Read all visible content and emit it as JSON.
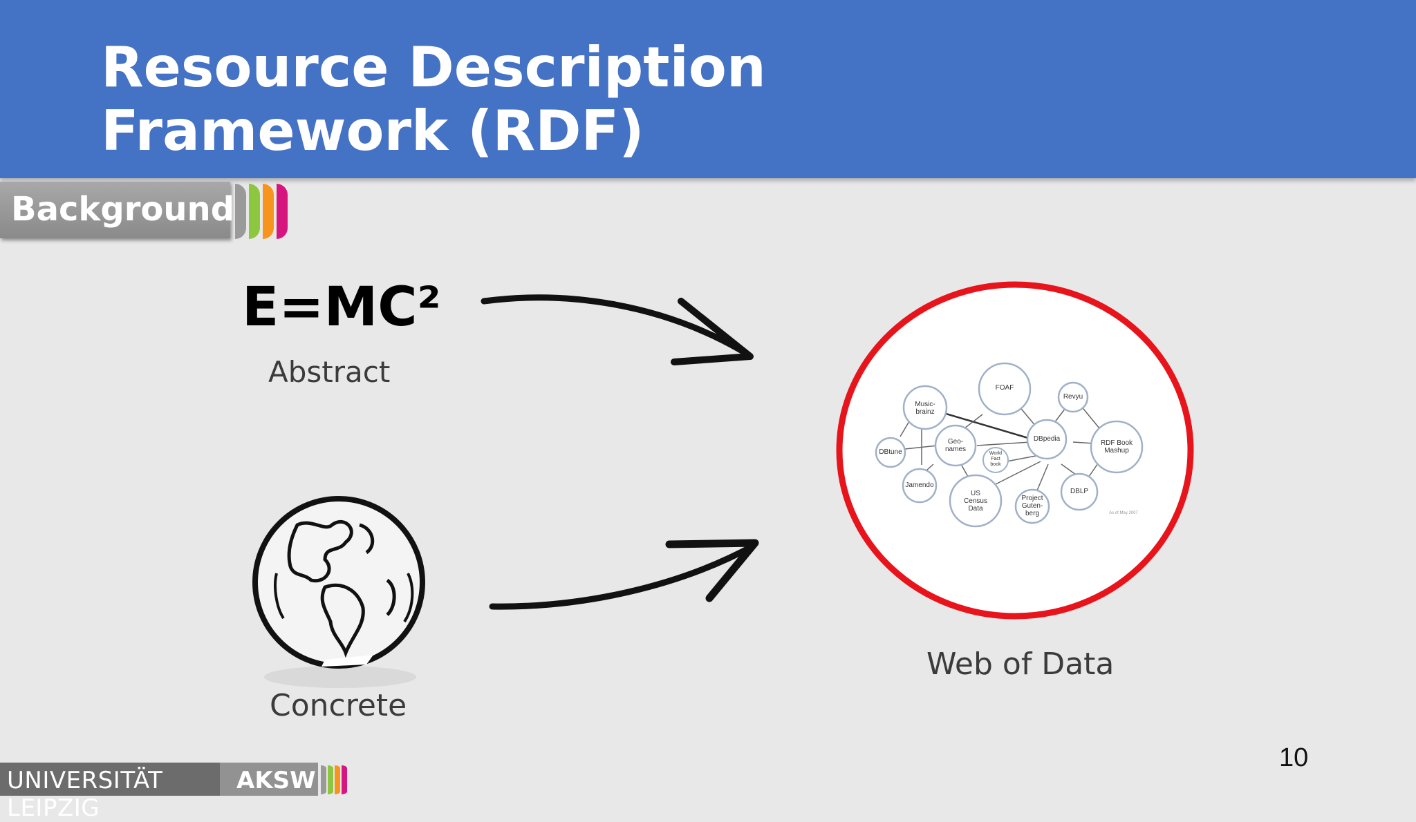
{
  "slide": {
    "title_line1": "Resource Description",
    "title_line2": "Framework (RDF)",
    "section_tab": "Background",
    "formula": "E=MC²",
    "abstract_label": "Abstract",
    "concrete_label": "Concrete",
    "web_label": "Web of Data",
    "page_number": "10"
  },
  "graph": {
    "nodes": [
      "FOAF",
      "Revyu",
      "Music-brainz",
      "DBpedia",
      "RDF Book Mashup",
      "DBtune",
      "Geo-names",
      "World Fact book",
      "Jamendo",
      "US Census Data",
      "Project Guten-berg",
      "DBLP"
    ],
    "caption": "As of May 2007"
  },
  "footer": {
    "university": "UNIVERSITÄT LEIPZIG",
    "group": "AKSW"
  },
  "colors": {
    "header": "#4472c4",
    "circle": "#e8141b",
    "stripe_green": "#8dc63f",
    "stripe_orange": "#f7941d",
    "stripe_pink": "#d6157f"
  }
}
